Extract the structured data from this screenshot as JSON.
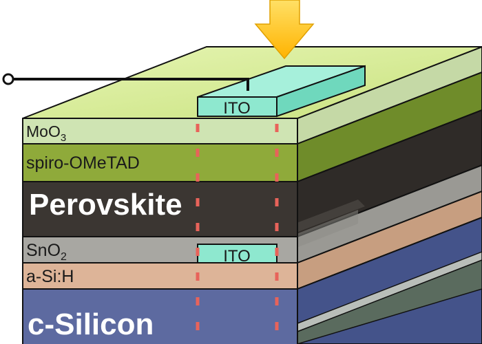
{
  "diagram": {
    "ito_top_label": "ITO",
    "ito_buried_label": "ITO",
    "layers": [
      {
        "id": "moo3",
        "base": "MoO",
        "sub": "3",
        "front": "#cfe4b3",
        "side": "#c5d9a6",
        "text_color": "#222222"
      },
      {
        "id": "spiro",
        "base": "spiro-OMeTAD",
        "sub": "",
        "front": "#8faa3a",
        "side": "#7b9a2e",
        "text_color": "#111111"
      },
      {
        "id": "perovskite",
        "base": "Perovskite",
        "sub": "",
        "front": "#3b3632",
        "side": "#2f2b28",
        "text_color": "#ffffff"
      },
      {
        "id": "sno2",
        "base": "SnO",
        "sub": "2",
        "front": "#a8a7a2",
        "side": "#9a9994",
        "text_color": "#222222"
      },
      {
        "id": "asih",
        "base": "a-Si:H",
        "sub": "",
        "front": "#ddb498",
        "side": "#cfa487",
        "text_color": "#222222"
      },
      {
        "id": "csilicon",
        "base": "c-Silicon",
        "sub": "",
        "front": "#4f5f94",
        "side": "#44538a",
        "text_color": "#ffffff"
      }
    ],
    "colors": {
      "top_surface": "#d6ec9a",
      "ito": "#8ee8cf",
      "light_arrow": "#ffc107",
      "dash": "#e8635a",
      "wire": "#111111"
    }
  }
}
